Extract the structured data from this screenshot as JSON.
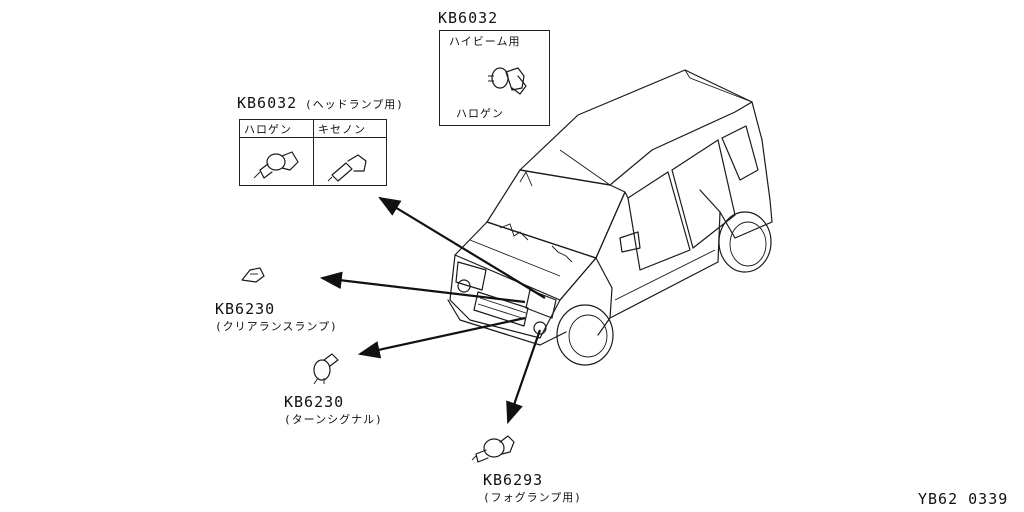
{
  "diagram": {
    "parts": [
      {
        "code": "KB6032",
        "desc": "ハイビーム用",
        "sub": "ハロゲン"
      },
      {
        "code": "KB6032",
        "desc": "(ヘッドランプ用)",
        "left": "ハロゲン",
        "right": "キセノン"
      },
      {
        "code": "KB6230",
        "desc": "(クリアランスランプ)"
      },
      {
        "code": "KB6230",
        "desc": "(ターンシグナル)"
      },
      {
        "code": "KB6293",
        "desc": "(フォグランプ用)"
      }
    ],
    "figure_id": "YB62 0339"
  }
}
